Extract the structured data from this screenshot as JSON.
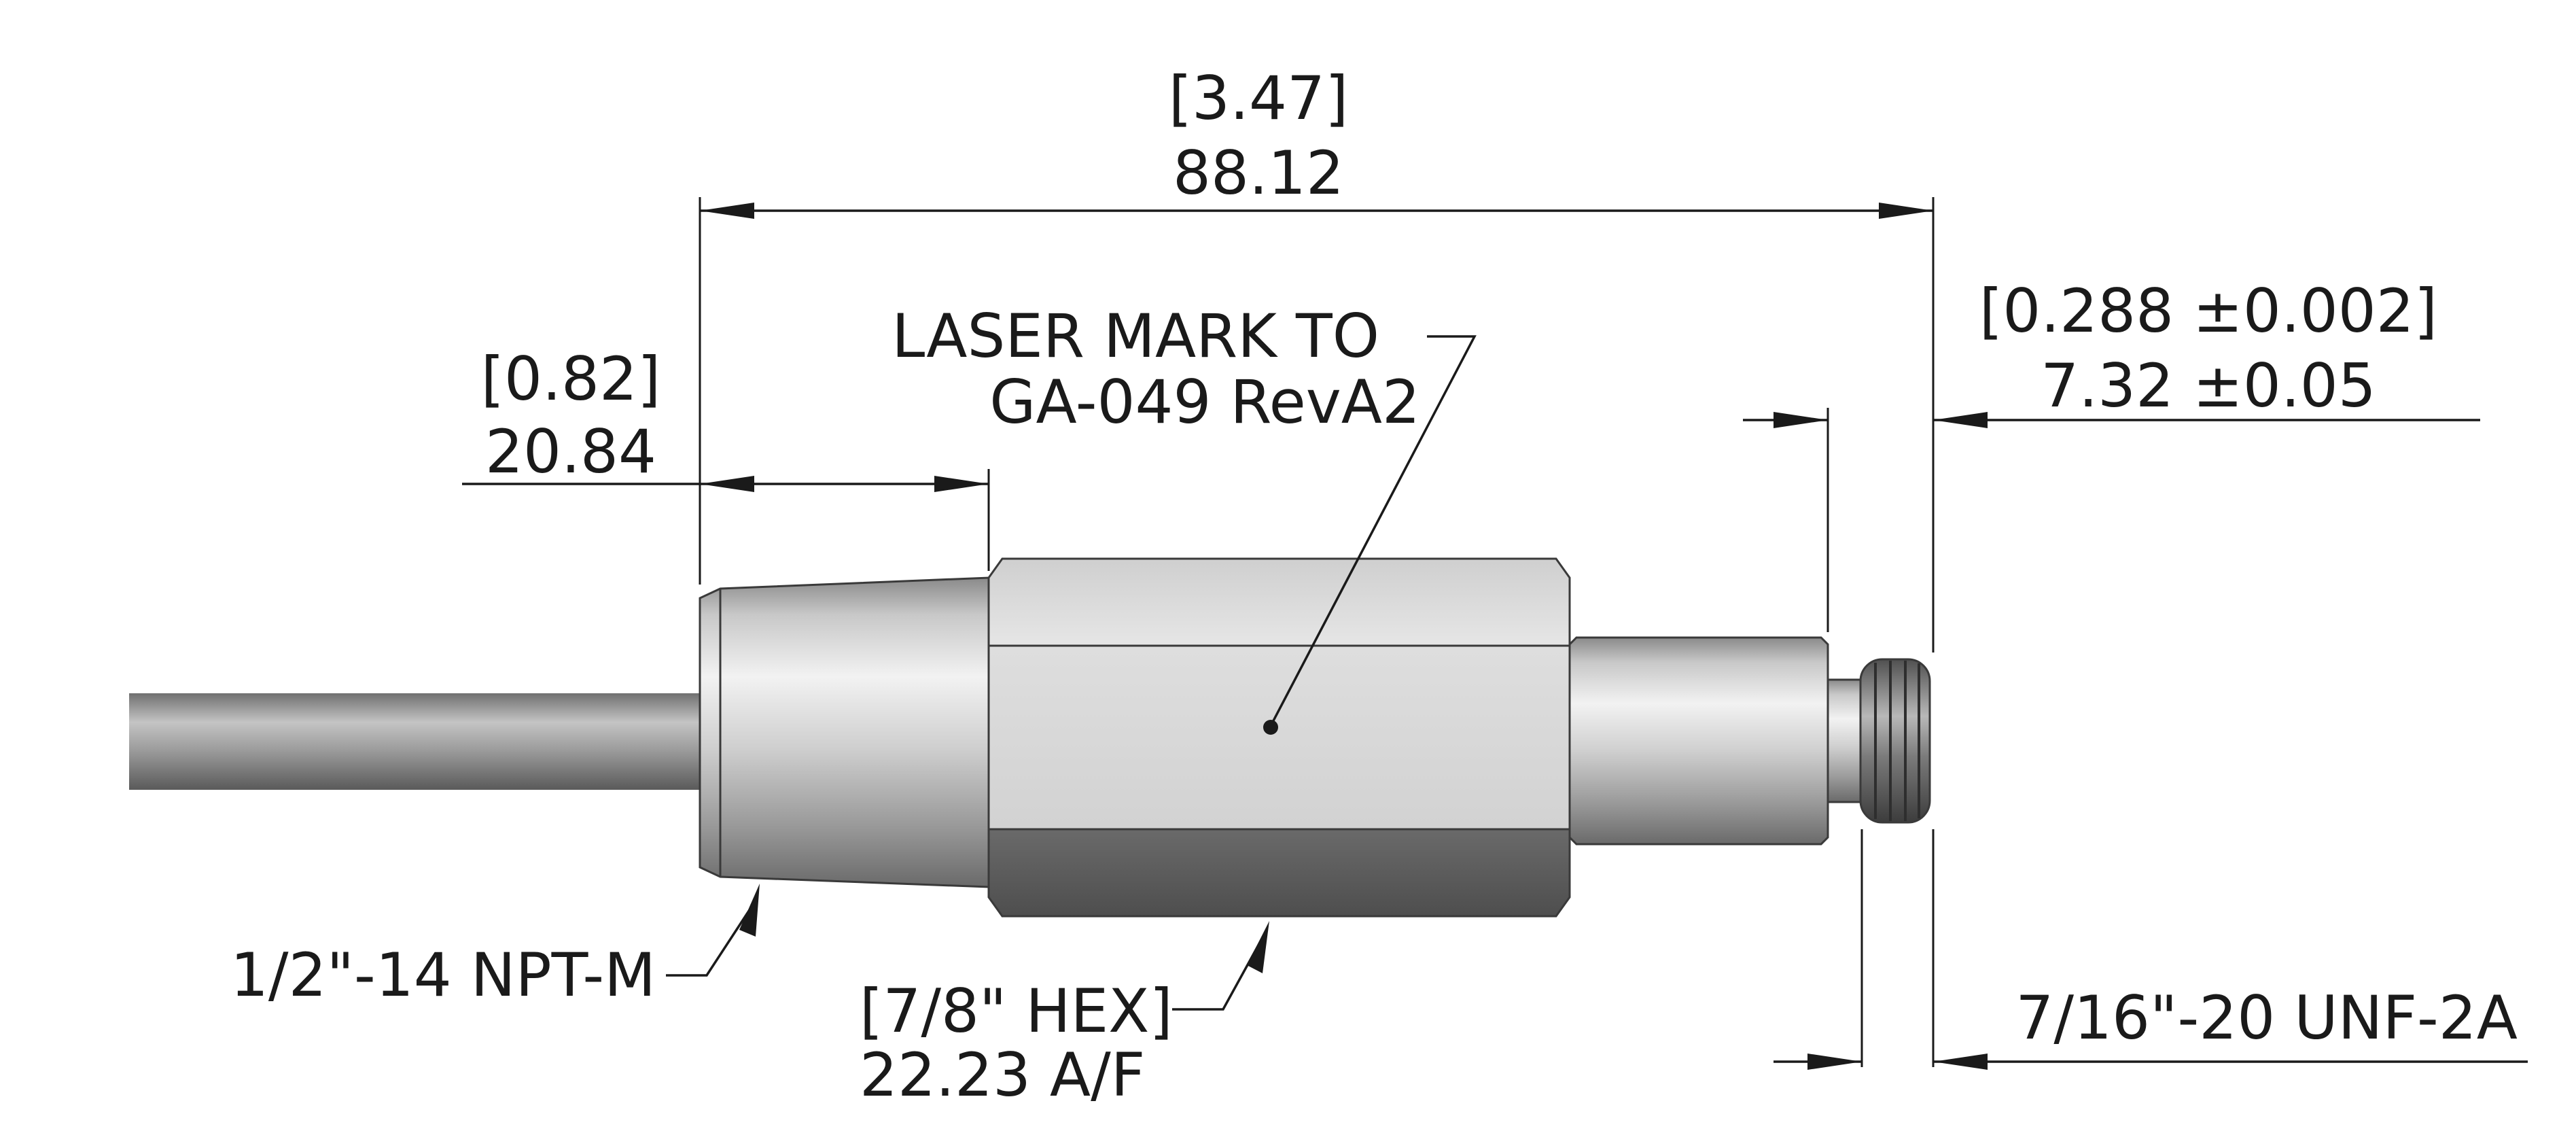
{
  "dimensions": {
    "overall_length": {
      "inch": "[3.47]",
      "mm": "88.12"
    },
    "thread_length": {
      "inch": "[0.82]",
      "mm": "20.84"
    },
    "tip_length": {
      "inch": "[0.288 ±0.002]",
      "mm": "7.32 ±0.05"
    }
  },
  "callouts": {
    "laser_mark": {
      "line1": "LASER MARK TO",
      "line2": "GA-049 RevA2"
    },
    "npt_thread": "1/2\"-14 NPT-M",
    "hex": {
      "line1": "[7/8\" HEX]",
      "line2": "22.23 A/F"
    },
    "unf_thread": "7/16\"-20 UNF-2A"
  },
  "colors": {
    "line": "#1a1a1a",
    "steel_light": "#dcdcdc",
    "steel_dark": "#5e5e5e"
  }
}
